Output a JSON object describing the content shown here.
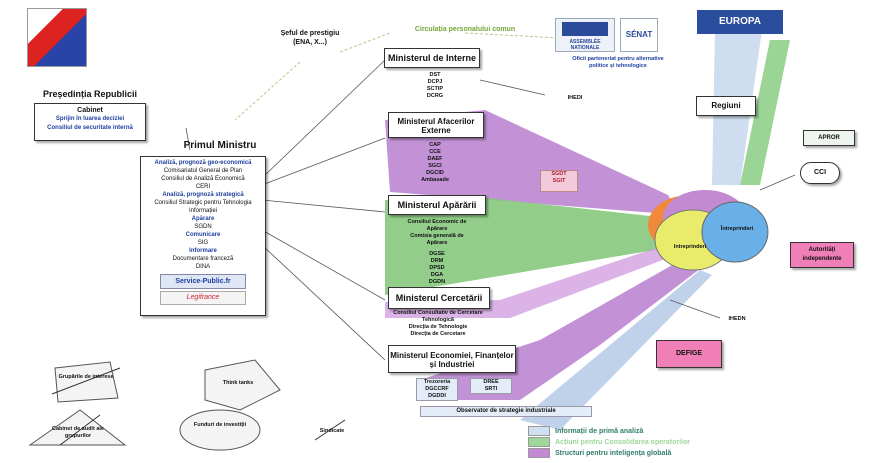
{
  "flag_block": {
    "label": ""
  },
  "top_left": {
    "line1": "Șeful de prestigiu",
    "line2": "(ENA, X...)"
  },
  "circulation": "Circulația personalului comun",
  "ministerul_interne": {
    "title": "Ministerul de Interne",
    "items": [
      "DST",
      "DCPJ",
      "SCTIP",
      "DCRG"
    ]
  },
  "partner_logos": {
    "an": "ASSEMBLÉE NATIONALE",
    "senat": "SÉNAT"
  },
  "partner_text": "Oficii parteneriat pentru alternative politice și tehnologice",
  "europa": "EUROPA",
  "regiuni": "Regiuni",
  "apror": "APROR",
  "cci": "CCI",
  "autoritati": "Autorități independente",
  "defige": "DEFIGE",
  "hedi": "IHEDI",
  "ihedn": "IHEDN",
  "presedintia": {
    "title": "Președinția Republicii",
    "cabinet": "Cabinet",
    "l1": "Sprijin în luarea deciziei",
    "l2": "Consiliul de securitate internă"
  },
  "primul_ministru": {
    "title": "Primul Ministru",
    "s1": "Analiză, prognoză geo-economică",
    "s1a": "Comisariatul General de Plan",
    "s1b": "Consiliul de Analiză Economică",
    "s1c": "CERI",
    "s2": "Analiză, prognoză strategică",
    "s2a": "Consiliul Strategic pentru Tehnologia Informației",
    "s3": "Apărare",
    "s3a": "SGDN",
    "s4": "Comunicare",
    "s4a": "SIG",
    "s5": "Informare",
    "s5a": "Documentare franceză",
    "s5b": "DINA",
    "logo1": "Service-Public.fr",
    "logo2": "Legifrance"
  },
  "maf": {
    "title": "Ministerul Afacerilor Externe",
    "items": [
      "CAP",
      "CCE",
      "DAEF",
      "SGCI",
      "DGCID"
    ],
    "extra": "Ambasade"
  },
  "sgdt": {
    "l1": "SGDT",
    "l2": "SGIT"
  },
  "map": {
    "title": "Ministerul Apărării",
    "l1": "Consiliul Economic de Apărare",
    "l2": "Comisia generală de Apărare",
    "items": [
      "DGSE",
      "DRM",
      "DPSD",
      "DGA",
      "DGDN"
    ]
  },
  "mcer": {
    "title": "Ministerul Cercetării",
    "l1": "Consiliul Consultativ de Cercetare Tehnologică",
    "l2": "Direcția de Tehnologie",
    "l3": "Direcția de Cercetare"
  },
  "mef": {
    "title": "Ministerul Economiei, Finanțelor și Industriei",
    "items": [
      "Trezoreria",
      "DGCCRF",
      "DGDDI"
    ],
    "items2": [
      "DREE",
      "SRTI"
    ],
    "obs": "Observator de strategie industriale"
  },
  "bubbles": {
    "a": "Intreprinderi",
    "b": "Întreprinderi"
  },
  "bottom": {
    "b1": "Grupările de interese",
    "b2": "Think tanks",
    "b3": "Cabinet de audit ale grupurilor",
    "b4": "Funduri de investiții",
    "b5": "Sindicate"
  },
  "legend": [
    {
      "label": "Informații de primă analiză",
      "color": "#cfe0f0"
    },
    {
      "label": "Acțiuni pentru Consolidarea operatorilor",
      "color": "#9fd69a"
    },
    {
      "label": "Structuri pentru inteligența globală",
      "color": "#c38ad3"
    }
  ],
  "colors": {
    "blue": "#b9cde8",
    "green": "#86c97d",
    "purple": "#b97fcf",
    "pink": "#f07fb8",
    "teal_label": "#2e7d6a"
  }
}
